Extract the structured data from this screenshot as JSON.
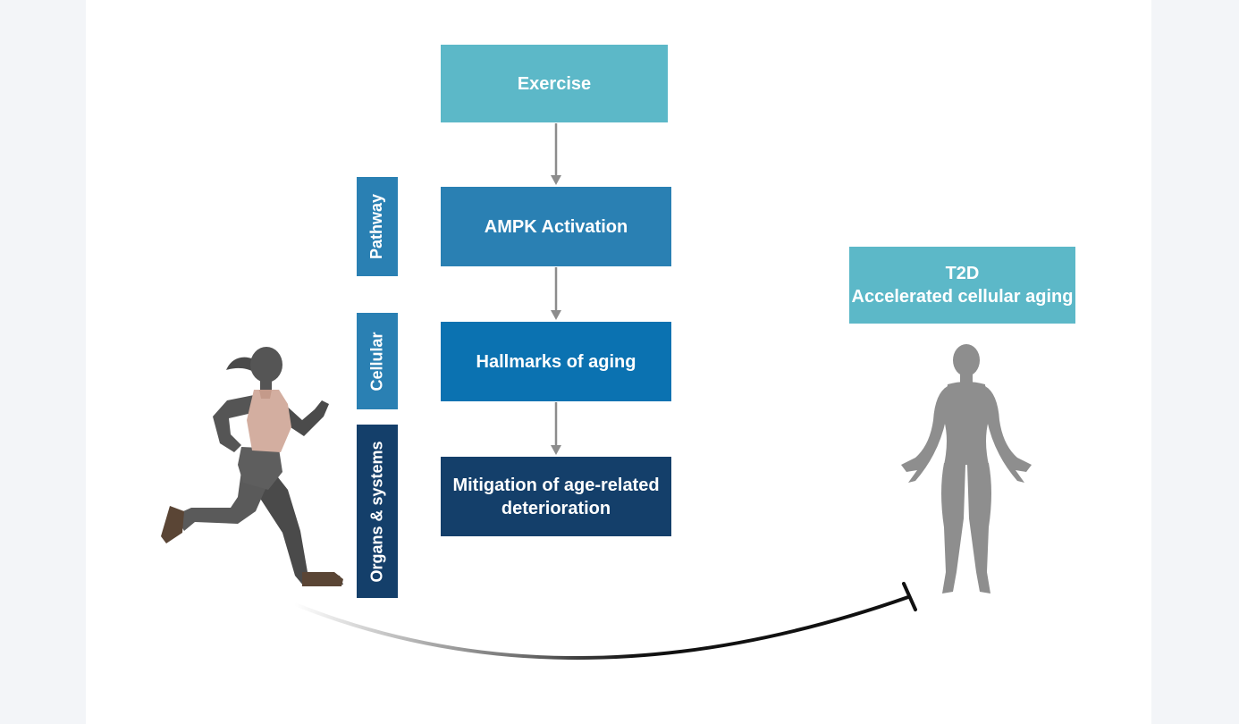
{
  "flow": {
    "exercise": "Exercise",
    "ampk": "AMPK Activation",
    "hallmarks": "Hallmarks of aging",
    "mitigation": "Mitigation of age-related\ndeterioration"
  },
  "levels": {
    "pathway": "Pathway",
    "cellular": "Cellular",
    "organs": "Organs & systems"
  },
  "condition": {
    "line1": "T2D",
    "line2": "Accelerated cellular aging"
  },
  "colors": {
    "teal": "#5cb8c8",
    "mid_blue": "#2a80b3",
    "blue": "#0b72b1",
    "navy": "#143f6a",
    "arrow_gray": "#8c8c8c"
  },
  "figures": {
    "left": "runner-silhouette-icon",
    "right": "human-body-silhouette-icon",
    "connector": "inhibition-arc"
  }
}
